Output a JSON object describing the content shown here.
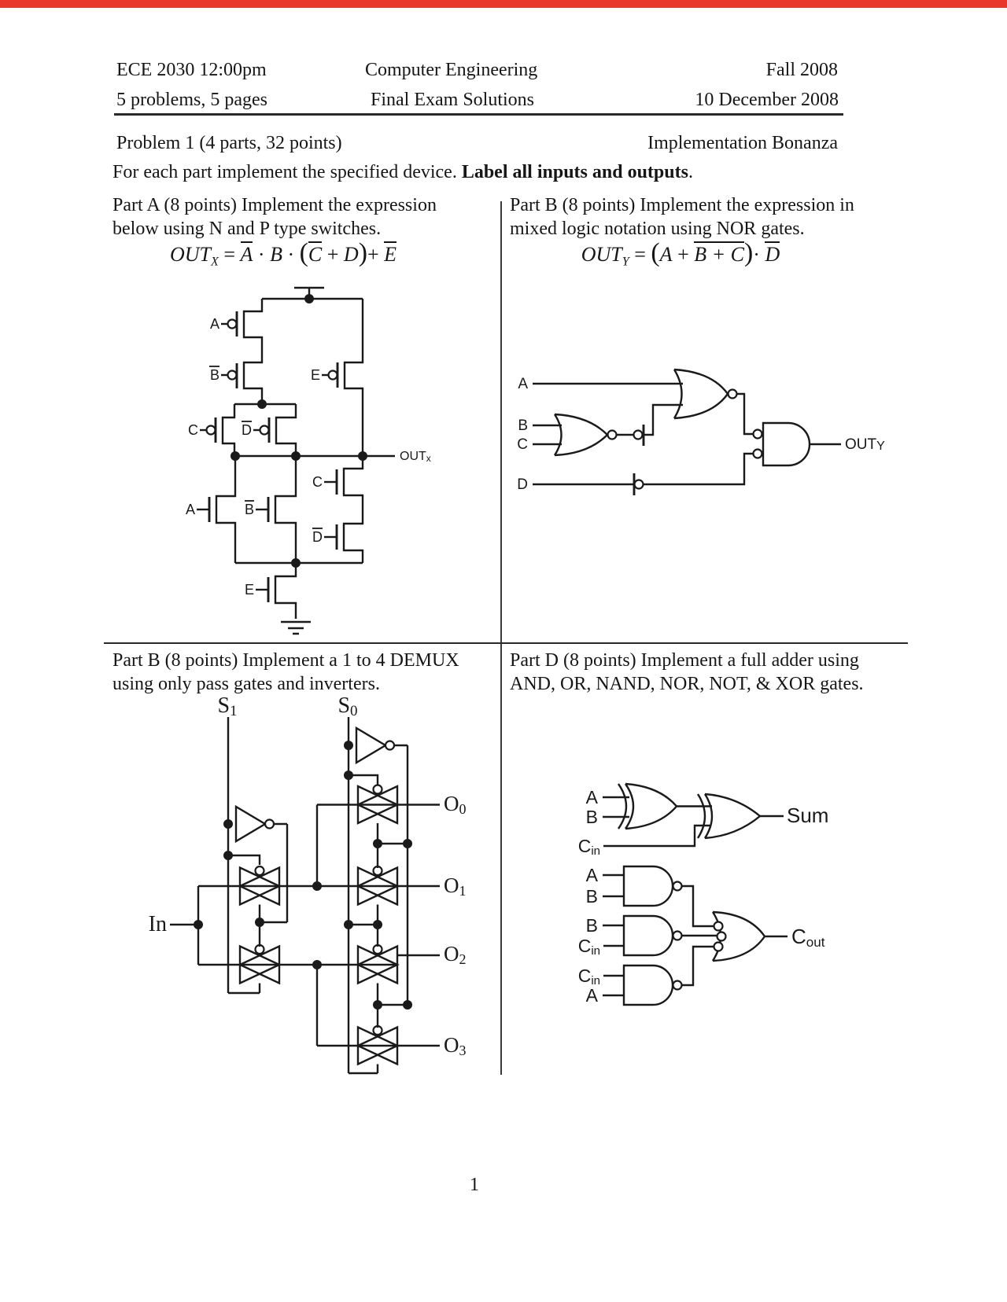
{
  "accent_bar_color": "#e8392a",
  "header": {
    "course": "ECE 2030 12:00pm",
    "center_top": "Computer Engineering",
    "term": "Fall 2008",
    "pages_info": "5 problems, 5 pages",
    "center_bottom": "Final Exam Solutions",
    "date": "10 December 2008"
  },
  "problem": {
    "title": "Problem 1 (4 parts, 32 points)",
    "subtitle": "Implementation Bonanza",
    "instructions_normal": "For each part implement the specified device. ",
    "instructions_bold": "Label all inputs and outputs",
    "instructions_end": "."
  },
  "part_a": {
    "title_line1": "Part A (8 points) Implement the expression",
    "title_line2": "below using N and P type switches.",
    "formula": [
      {
        "t": "OUT",
        "i": 1
      },
      {
        "t": "X",
        "sub": 1
      },
      {
        "t": " = "
      },
      {
        "t": "A",
        "i": 1,
        "bar": 1
      },
      {
        "t": " · "
      },
      {
        "t": "B",
        "i": 1
      },
      {
        "t": " · "
      },
      {
        "t": "(",
        "big": 1
      },
      {
        "t": "C",
        "i": 1,
        "bar": 1
      },
      {
        "t": " + "
      },
      {
        "t": "D",
        "i": 1
      },
      {
        "t": ")",
        "big": 1
      },
      {
        "t": "+ "
      },
      {
        "t": "E",
        "i": 1,
        "bar": 1
      }
    ],
    "circuit": {
      "p_a": "A",
      "p_b": "B",
      "p_c": "C",
      "p_d": "D",
      "p_e": "E",
      "n_a": "A",
      "n_b": "B",
      "n_c": "C",
      "n_d": "D",
      "n_e": "E",
      "out_main": "OUT",
      "out_sub": "x"
    }
  },
  "part_b": {
    "title_line1": "Part B (8 points) Implement the expression in",
    "title_line2": "mixed logic notation using NOR gates.",
    "formula": [
      {
        "t": "OUT",
        "i": 1
      },
      {
        "t": "Y",
        "sub": 1
      },
      {
        "t": " = "
      },
      {
        "t": "(",
        "big": 1
      },
      {
        "t": "A",
        "i": 1
      },
      {
        "t": " + "
      },
      {
        "t": "B + C",
        "i": 1,
        "bar": 1
      },
      {
        "t": ")",
        "big": 1
      },
      {
        "t": "· "
      },
      {
        "t": "D",
        "i": 1,
        "bar": 1
      }
    ],
    "circuit": {
      "in_a": "A",
      "in_b": "B",
      "in_c": "C",
      "in_d": "D",
      "out_main": "OUT",
      "out_sub": "Y"
    }
  },
  "part_c": {
    "title_line1": "Part B (8 points) Implement a 1 to 4 DEMUX",
    "title_line2": "using only pass gates and inverters.",
    "circuit": {
      "s1_main": "S",
      "s1_sub": "1",
      "s0_main": "S",
      "s0_sub": "0",
      "in": "In",
      "o0_main": "O",
      "o0_sub": "0",
      "o1_main": "O",
      "o1_sub": "1",
      "o2_main": "O",
      "o2_sub": "2",
      "o3_main": "O",
      "o3_sub": "3"
    }
  },
  "part_d": {
    "title_line1": "Part D (8 points) Implement a full adder using",
    "title_line2": "AND, OR, NAND, NOR, NOT, & XOR gates.",
    "circuit": {
      "xor_a": "A",
      "xor_b": "B",
      "cin_main": "C",
      "cin_sub": "in",
      "sum": "Sum",
      "n1_a": "A",
      "n1_b": "B",
      "n2_b": "B",
      "n2_cin_main": "C",
      "n2_cin_sub": "in",
      "n3_cin_main": "C",
      "n3_cin_sub": "in",
      "n3_a": "A",
      "cout_main": "C",
      "cout_sub": "out"
    }
  },
  "footer": {
    "page_number": "1"
  }
}
